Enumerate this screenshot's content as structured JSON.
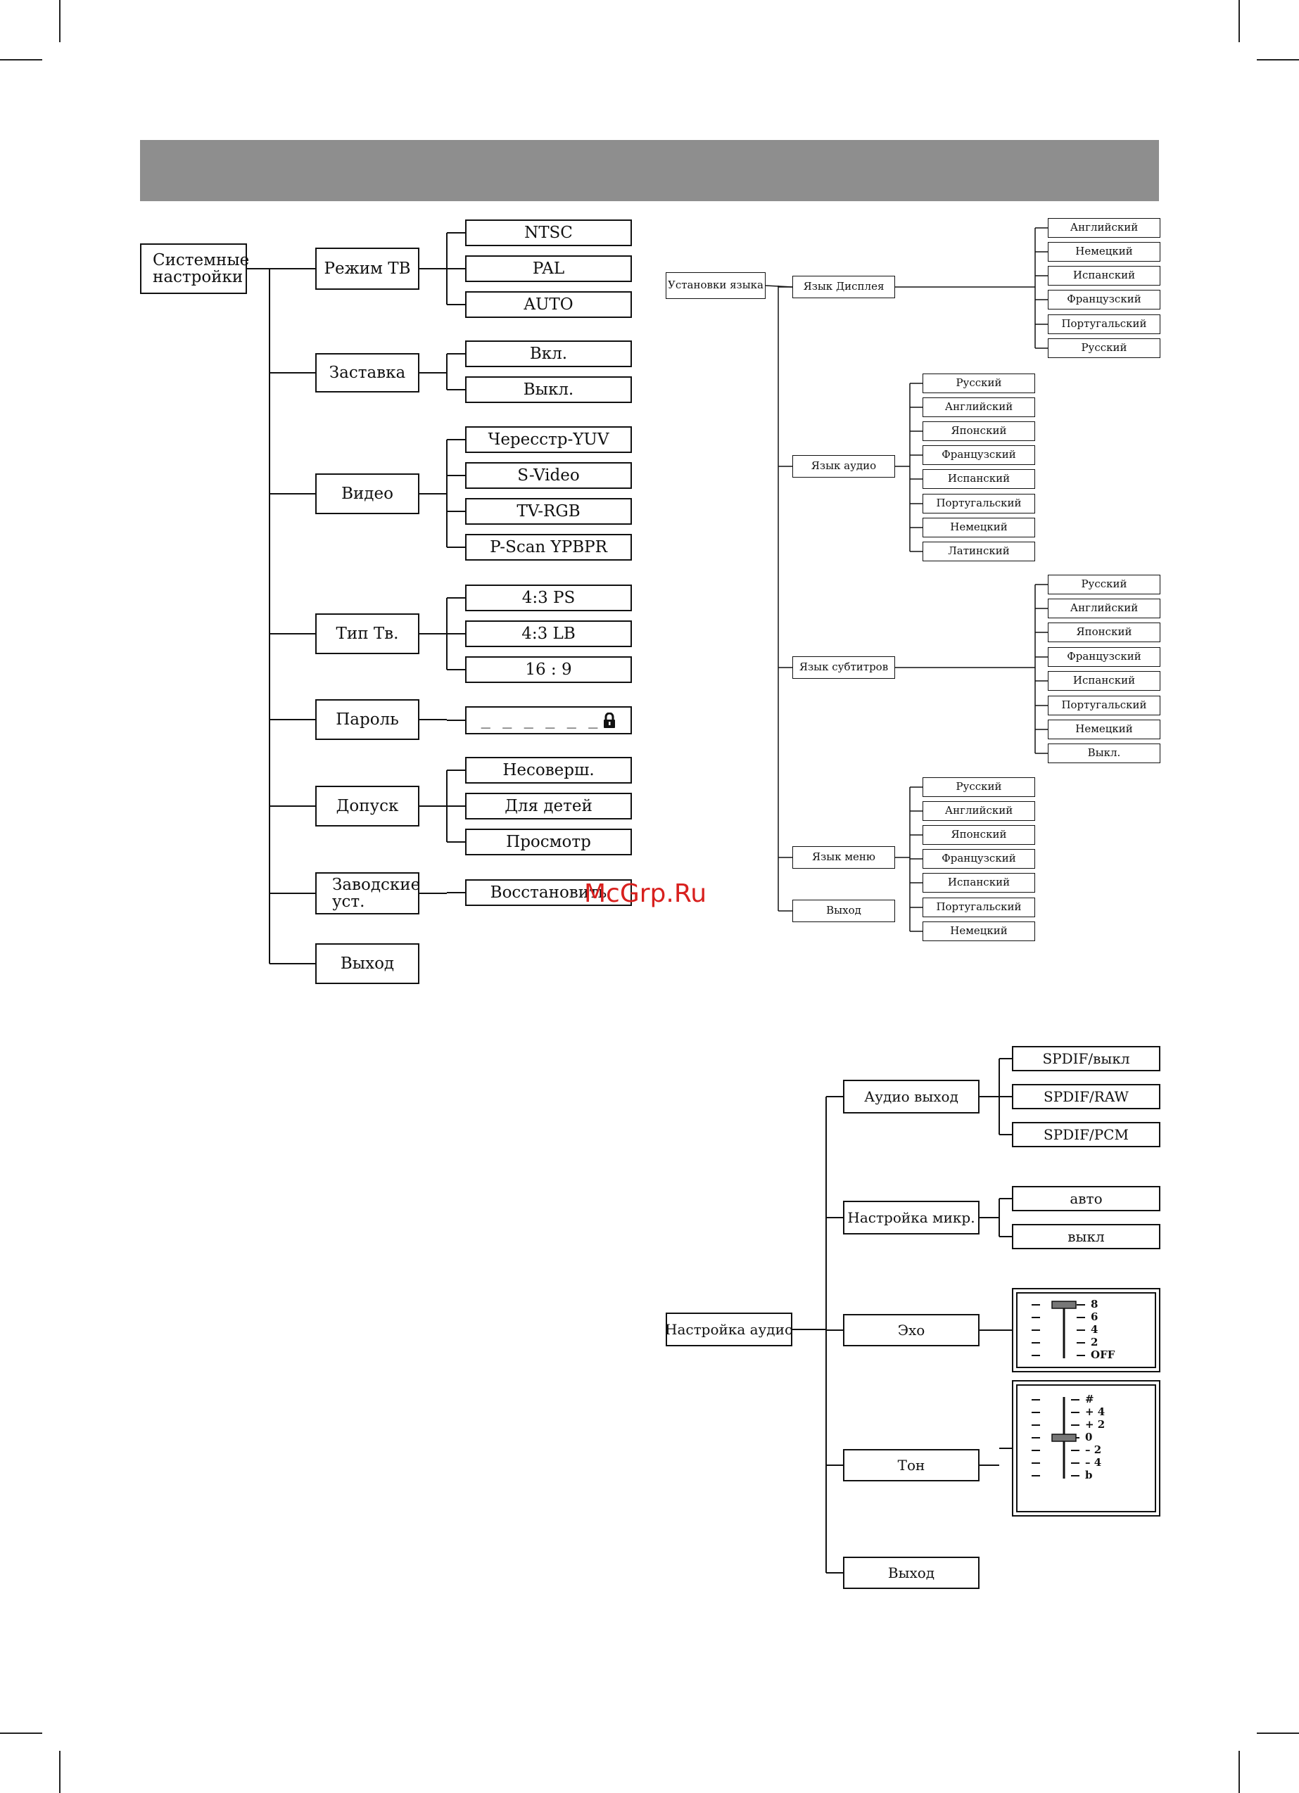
{
  "system_tree": {
    "root": "Системные настройки",
    "branches": [
      {
        "label": "Режим ТВ",
        "options": [
          "NTSC",
          "PAL",
          "AUTO"
        ]
      },
      {
        "label": "Заставка",
        "options": [
          "Вкл.",
          "Выкл."
        ]
      },
      {
        "label": "Видео",
        "options": [
          "Чересстр-YUV",
          "S-Video",
          "TV-RGB",
          "P-Scan YPBPR"
        ]
      },
      {
        "label": "Тип Тв.",
        "options": [
          "4:3 PS",
          "4:3 LB",
          "16 : 9"
        ]
      },
      {
        "label": "Пароль",
        "options": [
          "_ _ _ _ _ _"
        ]
      },
      {
        "label": "Допуск",
        "options": [
          "Несоверш.",
          "Для детей",
          "Просмотр"
        ]
      },
      {
        "label": "Заводские уст.",
        "options": [
          "Восстановить"
        ]
      },
      {
        "label": "Выход",
        "options": []
      }
    ]
  },
  "language_tree": {
    "root": "Установки языка",
    "branches": [
      {
        "label": "Язык Дисплея",
        "options": [
          "Английский",
          "Немецкий",
          "Испанский",
          "Французский",
          "Португальский",
          "Русский"
        ]
      },
      {
        "label": "Язык аудио",
        "options": [
          "Русский",
          "Английский",
          "Японский",
          "Французский",
          "Испанский",
          "Португальский",
          "Немецкий",
          "Латинский"
        ]
      },
      {
        "label": "Язык субтитров",
        "options": [
          "Русский",
          "Английский",
          "Японский",
          "Французский",
          "Испанский",
          "Португальский",
          "Немецкий",
          "Выкл."
        ]
      },
      {
        "label": "Язык меню",
        "options": [
          "Русский",
          "Английский",
          "Японский",
          "Французский",
          "Испанский",
          "Португальский",
          "Немецкий"
        ]
      },
      {
        "label": "Выход",
        "options": []
      }
    ]
  },
  "audio_tree": {
    "root": "Настройка аудио",
    "branches": [
      {
        "label": "Аудио выход",
        "options": [
          "SPDIF/выкл",
          "SPDIF/RAW",
          "SPDIF/PCM"
        ]
      },
      {
        "label": "Настройка микр.",
        "options": [
          "авто",
          "выкл"
        ]
      },
      {
        "label": "Эхо",
        "scale": [
          "8",
          "6",
          "4",
          "2",
          "OFF"
        ],
        "selected": "8"
      },
      {
        "label": "Тон",
        "scale": [
          "#",
          "+ 4",
          "+ 2",
          "0",
          "– 2",
          "– 4",
          "b"
        ],
        "selected": "0"
      },
      {
        "label": "Выход"
      }
    ]
  },
  "watermark": "McGrp.Ru",
  "icons": {
    "lock": "lock-icon"
  }
}
